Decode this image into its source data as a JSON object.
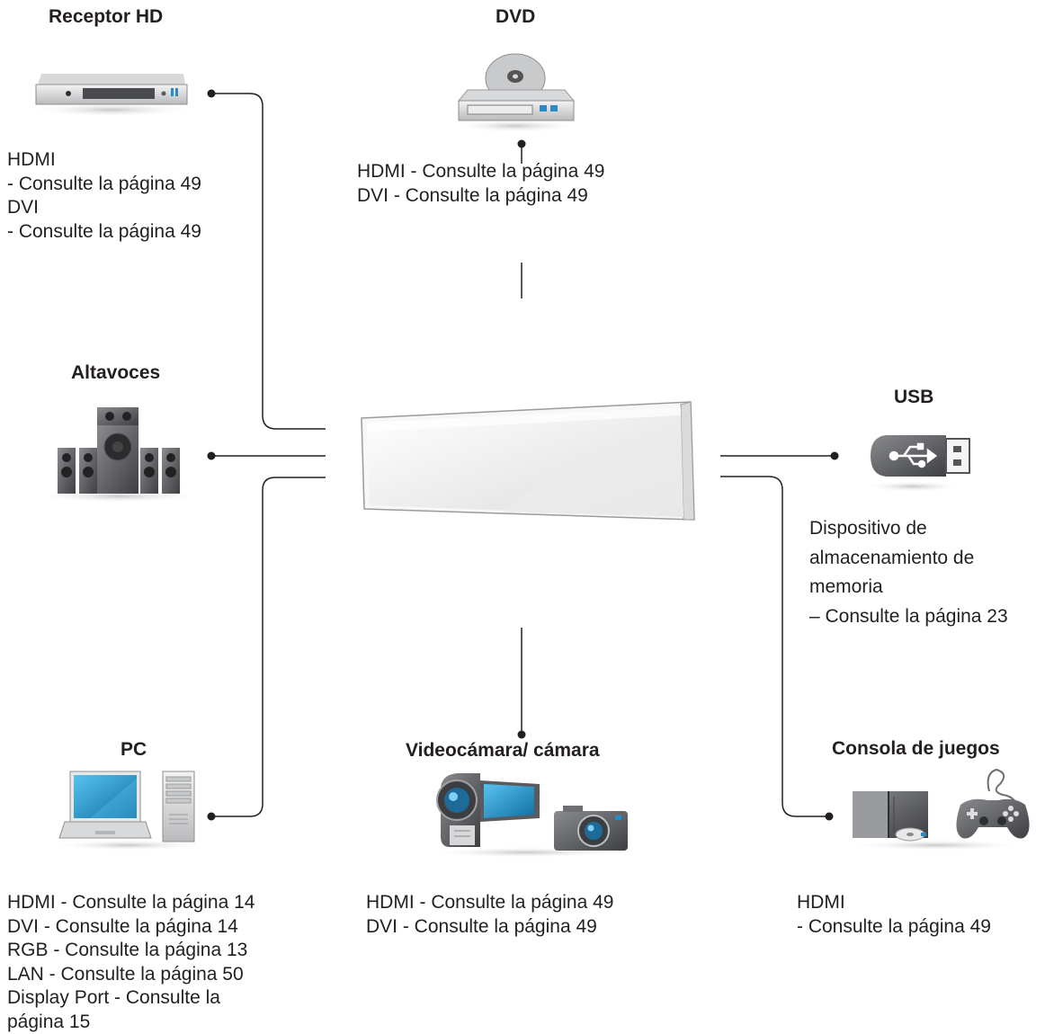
{
  "devices": {
    "receptor_hd": {
      "title": "Receptor HD",
      "desc": "HDMI\n- Consulte la página 49\nDVI\n- Consulte la página 49"
    },
    "dvd": {
      "title": "DVD",
      "desc": "HDMI - Consulte la página 49\nDVI - Consulte la página 49"
    },
    "altavoces": {
      "title": "Altavoces"
    },
    "usb": {
      "title": "USB",
      "desc": "Dispositivo de\nalmacenamiento de\nmemoria\n– Consulte la página 23"
    },
    "pc": {
      "title": "PC",
      "desc": "HDMI - Consulte la página 14\nDVI - Consulte la página 14\nRGB - Consulte la página 13\nLAN - Consulte la página 50\nDisplay Port - Consulte la\npágina 15"
    },
    "videocamara": {
      "title": "Videocámara/ cámara",
      "desc": "HDMI - Consulte la página 49\nDVI - Consulte la página 49"
    },
    "consola": {
      "title": "Consola de juegos",
      "desc": "HDMI\n- Consulte la página 49"
    }
  },
  "icons": {
    "receptor_hd": "set-top-box-icon",
    "dvd": "dvd-player-icon",
    "altavoces": "speaker-system-icon",
    "display": "display-panel-icon",
    "usb": "usb-drive-icon",
    "pc": "laptop-and-tower-icon",
    "videocamara": "camcorder-and-camera-icon",
    "consola": "game-console-and-gamepad-icon"
  },
  "colors": {
    "line": "#231f20",
    "device_gray": "#6e6f72",
    "screen_blue": "#1a8fc4"
  }
}
